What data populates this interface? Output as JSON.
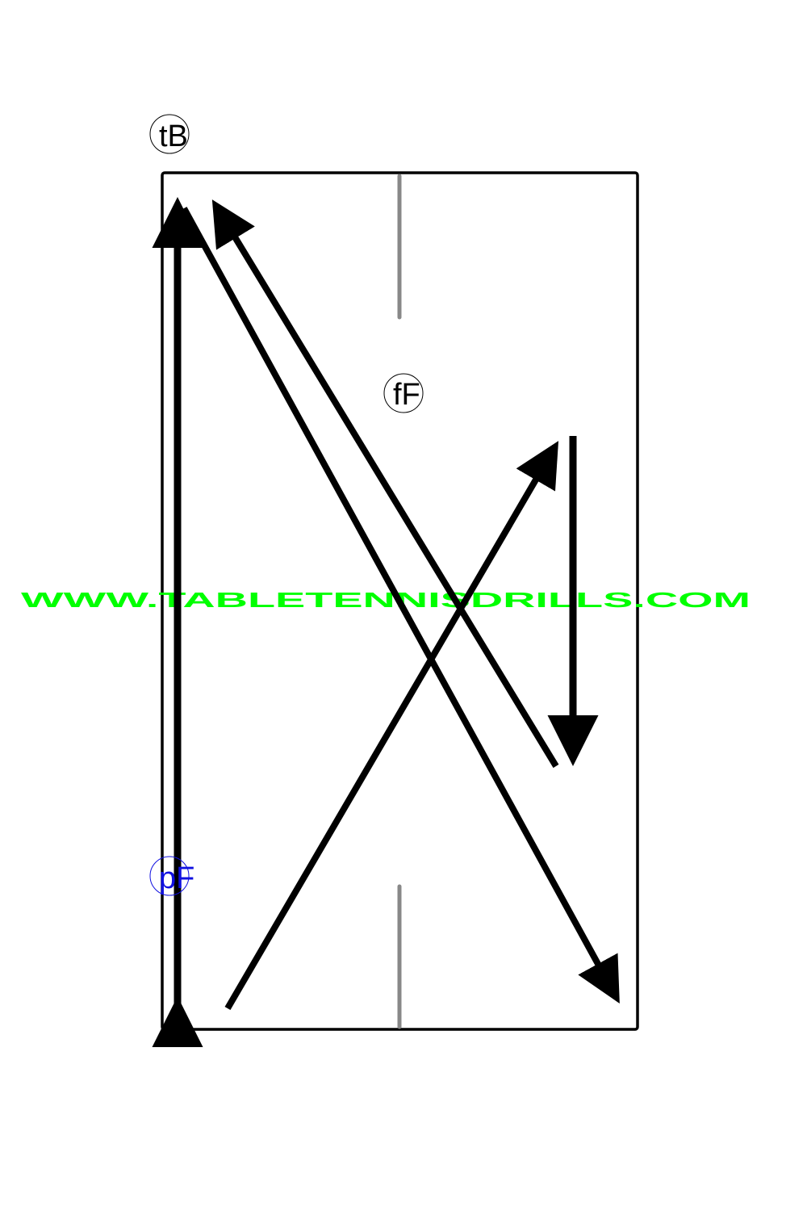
{
  "diagram": {
    "labels": {
      "top_left": "tB",
      "middle": "fF",
      "bottom_left": "pF"
    },
    "watermark": "WWW.TABLETENNISDRILLS.COM",
    "colors": {
      "table_outline": "#000000",
      "center_line": "#888888",
      "arrows": "#000000",
      "label_black": "#000000",
      "label_blue": "#1010e0",
      "watermark": "#00ff00"
    }
  }
}
